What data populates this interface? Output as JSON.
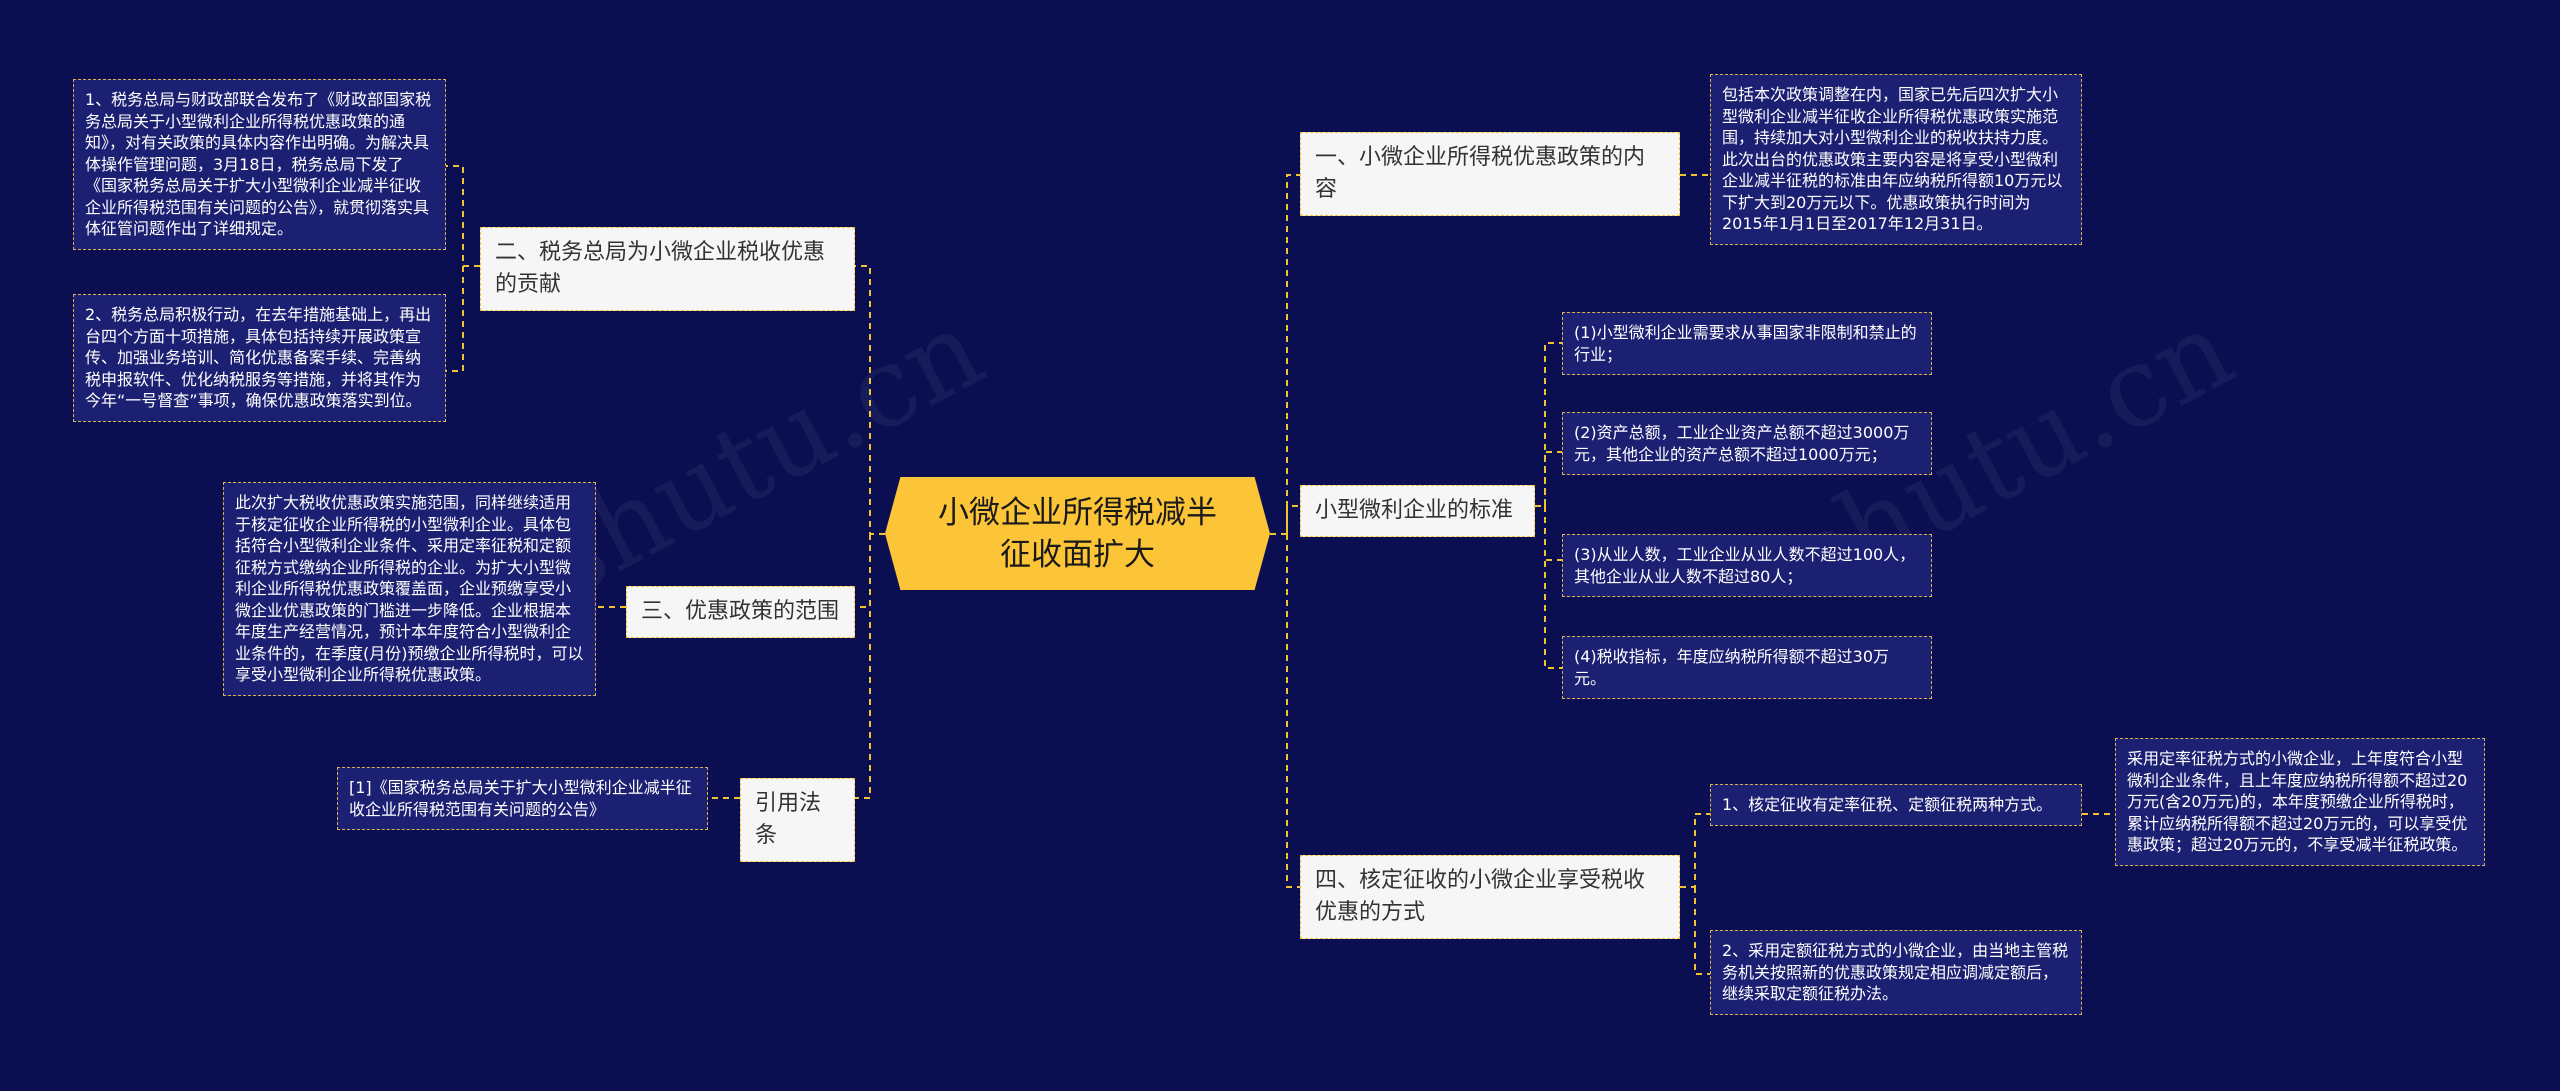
{
  "center": "小微企业所得税减半征收面扩大",
  "right": [
    {
      "title": "一、小微企业所得税优惠政策的内容",
      "children": [
        "包括本次政策调整在内，国家已先后四次扩大小型微利企业减半征收企业所得税优惠政策实施范围，持续加大对小型微利企业的税收扶持力度。此次出台的优惠政策主要内容是将享受小型微利企业减半征税的标准由年应纳税所得额10万元以下扩大到20万元以下。优惠政策执行时间为2015年1月1日至2017年12月31日。"
      ]
    },
    {
      "title": "小型微利企业的标准",
      "children": [
        "(1)小型微利企业需要求从事国家非限制和禁止的行业；",
        "(2)资产总额，工业企业资产总额不超过3000万元，其他企业的资产总额不超过1000万元；",
        "(3)从业人数，工业企业从业人数不超过100人，其他企业从业人数不超过80人；",
        "(4)税收指标，年度应纳税所得额不超过30万元。"
      ]
    },
    {
      "title": "四、核定征收的小微企业享受税收优惠的方式",
      "children": [
        "1、核定征收有定率征税、定额征税两种方式。",
        "2、采用定额征税方式的小微企业，由当地主管税务机关按照新的优惠政策规定相应调减定额后，继续采取定额征税办法。"
      ],
      "grandchild": "采用定率征税方式的小微企业，上年度符合小型微利企业条件，且上年度应纳税所得额不超过20万元(含20万元)的，本年度预缴企业所得税时，累计应纳税所得额不超过20万元的，可以享受优惠政策；超过20万元的，不享受减半征税政策。"
    }
  ],
  "left": [
    {
      "title": "二、税务总局为小微企业税收优惠的贡献",
      "children": [
        "1、税务总局与财政部联合发布了《财政部国家税务总局关于小型微利企业所得税优惠政策的通知》，对有关政策的具体内容作出明确。为解决具体操作管理问题，3月18日，税务总局下发了《国家税务总局关于扩大小型微利企业减半征收企业所得税范围有关问题的公告》，就贯彻落实具体征管问题作出了详细规定。",
        "2、税务总局积极行动，在去年措施基础上，再出台四个方面十项措施，具体包括持续开展政策宣传、加强业务培训、简化优惠备案手续、完善纳税申报软件、优化纳税服务等措施，并将其作为今年“一号督查”事项，确保优惠政策落实到位。"
      ]
    },
    {
      "title": "三、优惠政策的范围",
      "children": [
        "此次扩大税收优惠政策实施范围，同样继续适用于核定征收企业所得税的小型微利企业。具体包括符合小型微利企业条件、采用定率征税和定额征税方式缴纳企业所得税的企业。为扩大小型微利企业所得税优惠政策覆盖面，企业预缴享受小微企业优惠政策的门槛进一步降低。企业根据本年度生产经营情况，预计本年度符合小型微利企业条件的，在季度(月份)预缴企业所得税时，可以享受小型微利企业所得税优惠政策。"
      ]
    },
    {
      "title": "引用法条",
      "children": [
        "[1]《国家税务总局关于扩大小型微利企业减半征收企业所得税范围有关问题的公告》"
      ]
    }
  ],
  "colors": {
    "background": "#0b0f52",
    "center": "#fcc437",
    "branch": "#f6f6f6",
    "leaf": "#1c2072",
    "connector": "#f1c232"
  }
}
